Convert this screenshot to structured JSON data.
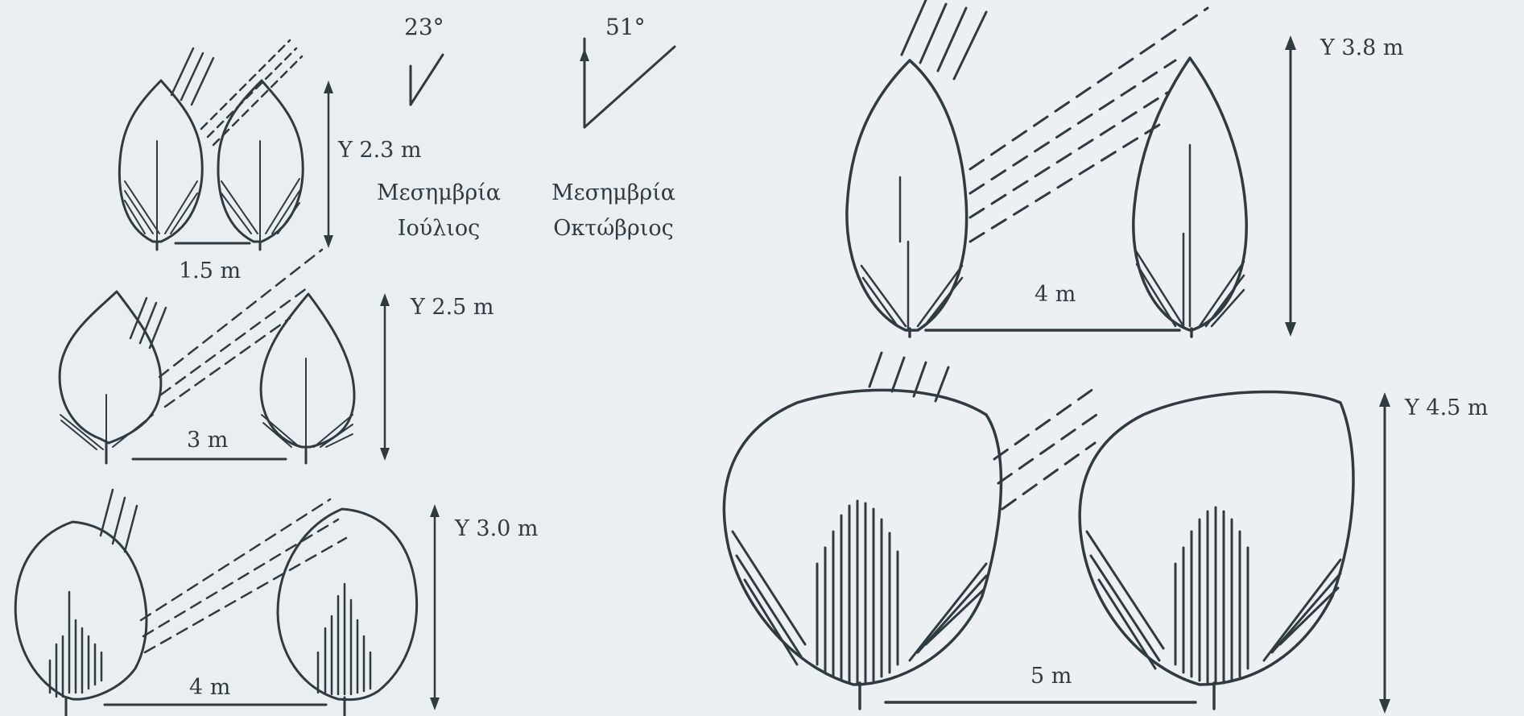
{
  "angles": {
    "july": {
      "angle": "23°",
      "season_1": "Μεσημβρία",
      "season_2": "Ιούλιος"
    },
    "october": {
      "angle": "51°",
      "season_1": "Μεσημβρία",
      "season_2": "Οκτώβριος"
    }
  },
  "rows": [
    {
      "height": "Y 2.3 m",
      "spacing": "1.5 m"
    },
    {
      "height": "Y 2.5 m",
      "spacing": "3 m"
    },
    {
      "height": "Y 3.0 m",
      "spacing": "4 m"
    },
    {
      "height": "Y 3.8 m",
      "spacing": "4 m"
    },
    {
      "height": "Y 4.5 m",
      "spacing": "5 m"
    }
  ],
  "colors": {
    "ink": "#2f3b40",
    "paper": "#e9eef1"
  }
}
